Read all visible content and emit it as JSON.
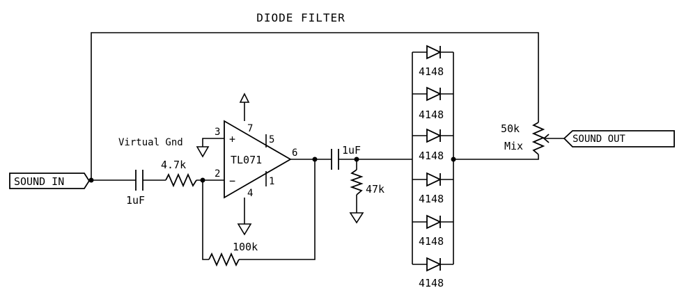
{
  "title": "DIODE FILTER",
  "ports": {
    "input": "SOUND IN",
    "output": "SOUND OUT"
  },
  "opamp": {
    "name": "TL071",
    "plus_sign": "+",
    "minus_sign": "−",
    "pins": {
      "noninv": "3",
      "inv": "2",
      "out": "6",
      "vplus": "7",
      "vminus": "4",
      "offset_a": "5",
      "offset_b": "1"
    }
  },
  "components": {
    "c_in": "1uF",
    "r_in": "4.7k",
    "r_feedback": "100k",
    "c_out": "1uF",
    "r_shunt": "47k",
    "pot_value": "50k",
    "pot_label": "Mix",
    "virtual_ground": "Virtual Gnd"
  },
  "diodes": [
    "4148",
    "4148",
    "4148",
    "4148",
    "4148",
    "4148"
  ]
}
